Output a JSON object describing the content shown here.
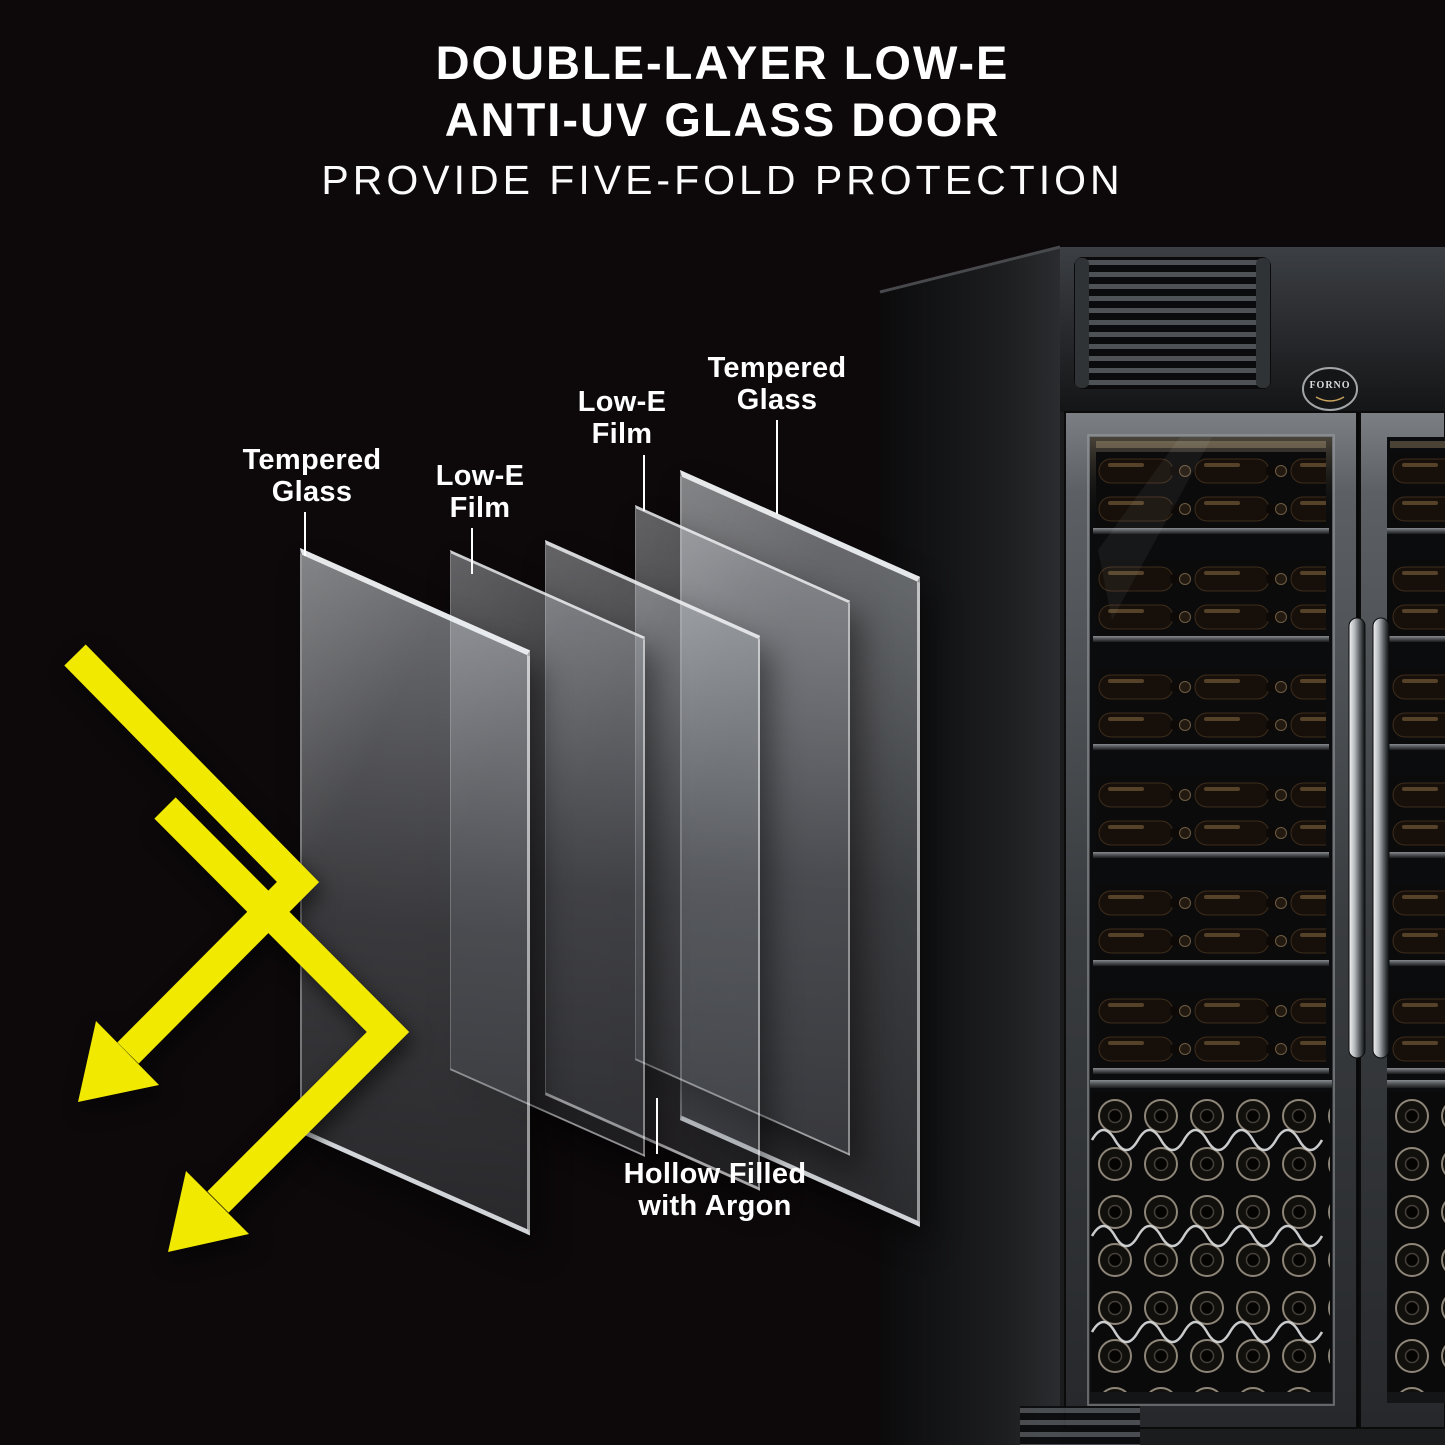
{
  "title": {
    "line1": "DOUBLE-LAYER LOW-E",
    "line2": "ANTI-UV GLASS DOOR",
    "subtitle": "PROVIDE FIVE-FOLD PROTECTION"
  },
  "diagram": {
    "labels": {
      "tempered_glass_left": {
        "line1": "Tempered",
        "line2": "Glass"
      },
      "low_e_film_left": {
        "line1": "Low-E",
        "line2": "Film"
      },
      "low_e_film_right": {
        "line1": "Low-E",
        "line2": "Film"
      },
      "tempered_glass_right": {
        "line1": "Tempered",
        "line2": "Glass"
      },
      "argon_gap": {
        "line1": "Hollow Filled",
        "line2": "with Argon"
      }
    }
  },
  "fridge": {
    "badge_text": "FORNO"
  },
  "colors": {
    "background": "#0d090b",
    "uv_ray": "#f2e900",
    "label_text": "#ffffff"
  }
}
